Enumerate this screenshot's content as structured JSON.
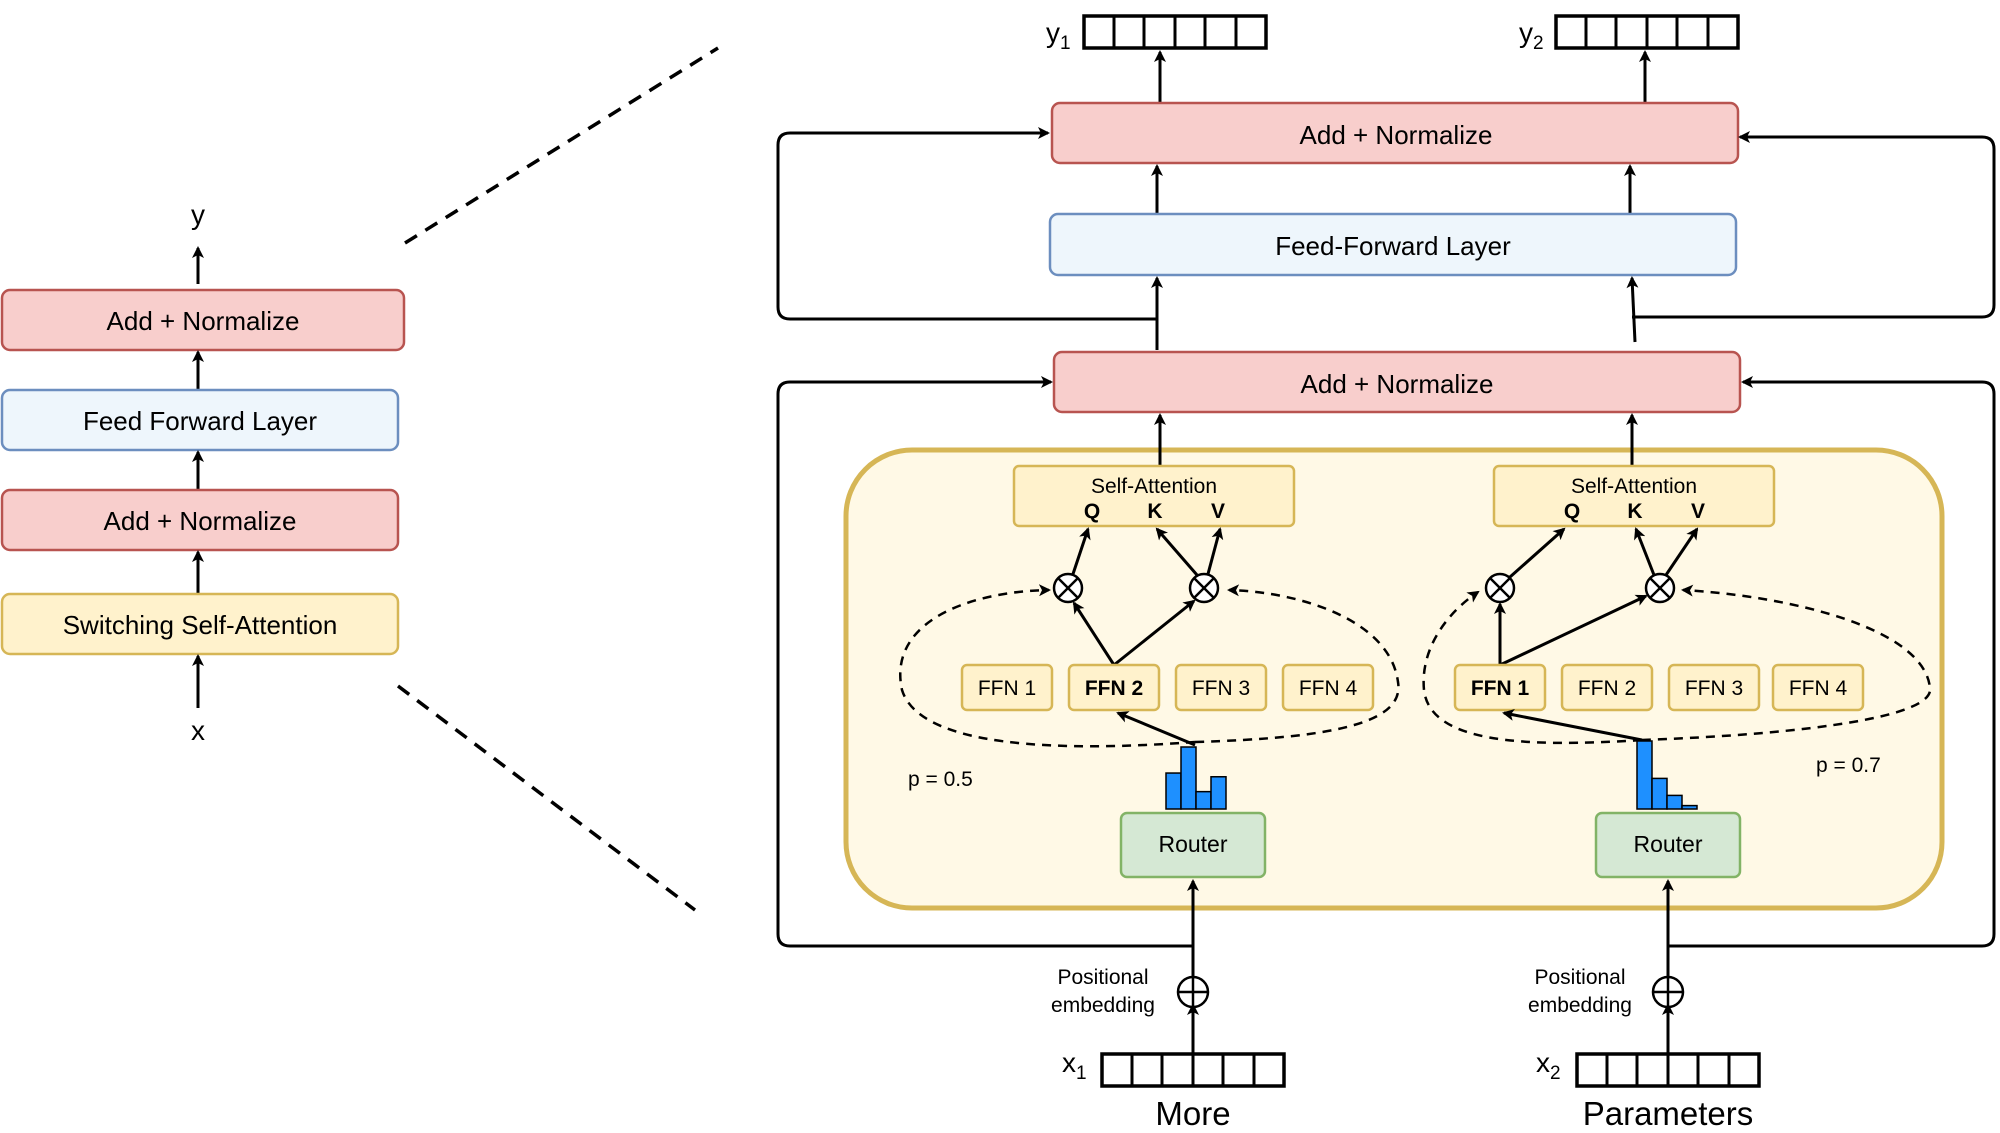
{
  "left_stack": {
    "output_label": "y",
    "add_norm_top": "Add + Normalize",
    "feed_forward": "Feed Forward Layer",
    "add_norm_bottom": "Add + Normalize",
    "switching_attention": "Switching Self-Attention",
    "input_label": "x"
  },
  "right_block": {
    "outputs": [
      {
        "label": "y",
        "subscript": "1"
      },
      {
        "label": "y",
        "subscript": "2"
      }
    ],
    "add_norm_top": "Add + Normalize",
    "feed_forward": "Feed-Forward Layer",
    "add_norm_mid": "Add + Normalize",
    "tokens": [
      {
        "self_attention": "Self-Attention",
        "q": "Q",
        "k": "K",
        "v": "V",
        "ffns": [
          "FFN 1",
          "FFN 2",
          "FFN 3",
          "FFN 4"
        ],
        "selected_ffn": "FFN 2",
        "probability": "p = 0.5",
        "router": "Router",
        "router_distribution": [
          0.58,
          1.0,
          0.28,
          0.52
        ],
        "positional_embedding_line1": "Positional",
        "positional_embedding_line2": "embedding",
        "input_label": "x",
        "input_subscript": "1",
        "word": "More"
      },
      {
        "self_attention": "Self-Attention",
        "q": "Q",
        "k": "K",
        "v": "V",
        "ffns": [
          "FFN 1",
          "FFN 2",
          "FFN 3",
          "FFN 4"
        ],
        "selected_ffn": "FFN 1",
        "probability": "p = 0.7",
        "router": "Router",
        "router_distribution": [
          1.0,
          0.45,
          0.2,
          0.05
        ],
        "positional_embedding_line1": "Positional",
        "positional_embedding_line2": "embedding",
        "input_label": "x",
        "input_subscript": "2",
        "word": "Parameters"
      }
    ]
  },
  "colors": {
    "add_norm_fill": "#f8cecc",
    "add_norm_stroke": "#b85450",
    "ffn_layer_fill": "#eef6fc",
    "ffn_layer_stroke": "#6c8ebf",
    "attention_fill": "#fff2cc",
    "attention_stroke": "#d6b656",
    "moe_container_fill": "#fff9e6",
    "moe_container_stroke": "#d6b656",
    "router_fill": "#d5e8d4",
    "router_stroke": "#82b366",
    "histogram_fill": "#1e90ff"
  }
}
